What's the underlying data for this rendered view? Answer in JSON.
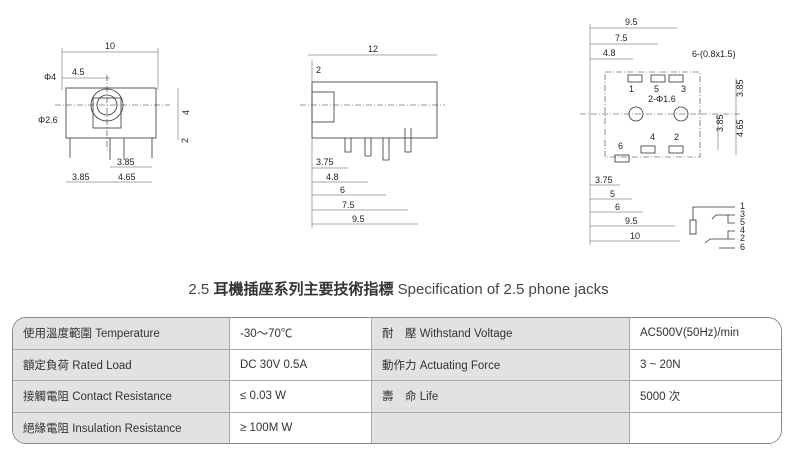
{
  "drawings": {
    "front": {
      "w10": "10",
      "w45": "4.5",
      "d4": "Φ4",
      "d26": "Φ2.6",
      "h4": "4",
      "h2": "2",
      "p385a": "3.85",
      "p385b": "3.85",
      "p465": "4.65"
    },
    "side": {
      "w12": "12",
      "w2": "2",
      "d375": "3.75",
      "d48": "4.8",
      "d6": "6",
      "d75": "7.5",
      "d95": "9.5"
    },
    "bottom": {
      "w95": "9.5",
      "w75": "7.5",
      "w48": "4.8",
      "pad": "6-(0.8x1.5)",
      "hole": "2-Φ1.6",
      "p1": "1",
      "p5": "5",
      "p3": "3",
      "p4": "4",
      "p2": "2",
      "p6": "6",
      "v385a": "3.85",
      "v385b": "3.85",
      "v465": "4.65",
      "b375": "3.75",
      "b5": "5",
      "b6": "6",
      "b95": "9.5",
      "b10": "10"
    },
    "schematic": {
      "t1": "1",
      "t3": "3",
      "t5": "5",
      "t4": "4",
      "t2": "2",
      "t6": "6"
    }
  },
  "title": {
    "number": "2.5",
    "chinese": "耳機插座系列主要技術指標",
    "english": "Specification of 2.5 phone jacks"
  },
  "spec_table": [
    {
      "label1": "使用溫度範圍 Temperature",
      "value1": "-30～70℃",
      "label2": "耐　壓 Withstand Voltage",
      "value2": "AC500V(50Hz)/min"
    },
    {
      "label1": "額定負荷 Rated Load",
      "value1": "DC 30V 0.5A",
      "label2": "動作力 Actuating Force",
      "value2": "3 ~ 20N"
    },
    {
      "label1": "接觸電阻 Contact Resistance",
      "value1": "≤ 0.03 W",
      "label2": "壽　命 Life",
      "value2": "5000 次"
    },
    {
      "label1": "絕緣電阻 Insulation Resistance",
      "value1": "≥ 100M W",
      "label2": "",
      "value2": ""
    }
  ]
}
